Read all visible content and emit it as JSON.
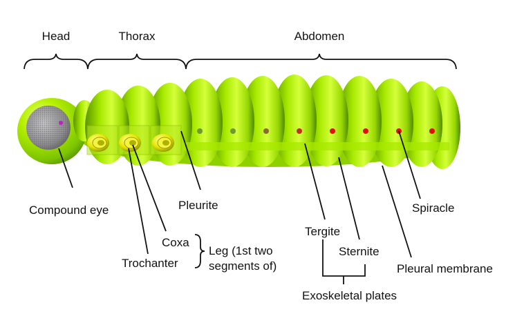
{
  "regions": {
    "head": "Head",
    "thorax": "Thorax",
    "abdomen": "Abdomen"
  },
  "labels": {
    "compound_eye": "Compound eye",
    "pleurite": "Pleurite",
    "coxa": "Coxa",
    "trochanter": "Trochanter",
    "leg_line1": "Leg (1st two",
    "leg_line2": "segments of)",
    "tergite": "Tergite",
    "sternite": "Sternite",
    "spiracle": "Spiracle",
    "pleural_membrane": "Pleural membrane",
    "exoskeletal_plates": "Exoskeletal plates"
  },
  "colors": {
    "body_green": "#9be000",
    "body_highlight": "#e8ff6a",
    "body_shadow": "#4f8a00",
    "leg_yellow": "#e6e600",
    "spiracle_red": "#e01010",
    "eye_gray": "#9a9a9a"
  }
}
